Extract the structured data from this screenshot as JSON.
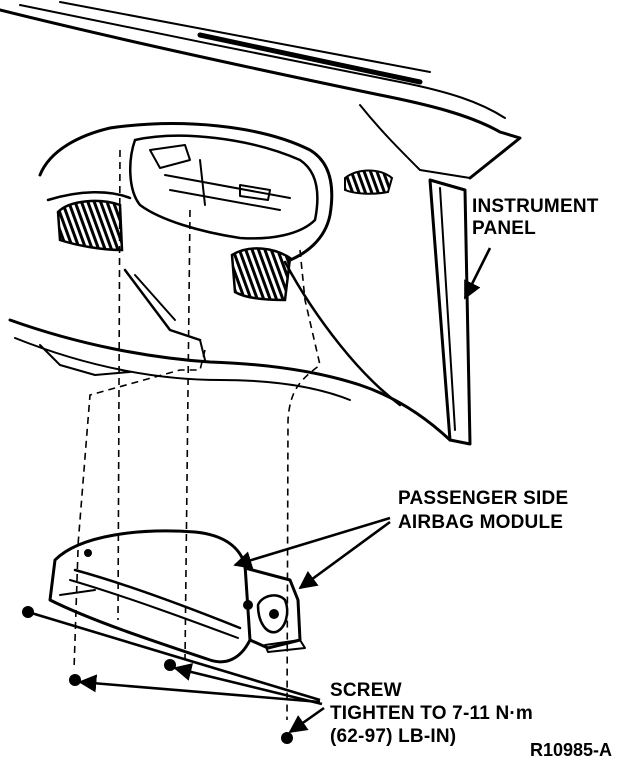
{
  "labels": {
    "instrument_panel": [
      "INSTRUMENT",
      "PANEL"
    ],
    "airbag_module": [
      "PASSENGER SIDE",
      "AIRBAG MODULE"
    ],
    "screw": [
      "SCREW",
      "TIGHTEN TO 7-11 N·m",
      "(62-97) LB-IN)"
    ],
    "reference": "R10985-A"
  }
}
